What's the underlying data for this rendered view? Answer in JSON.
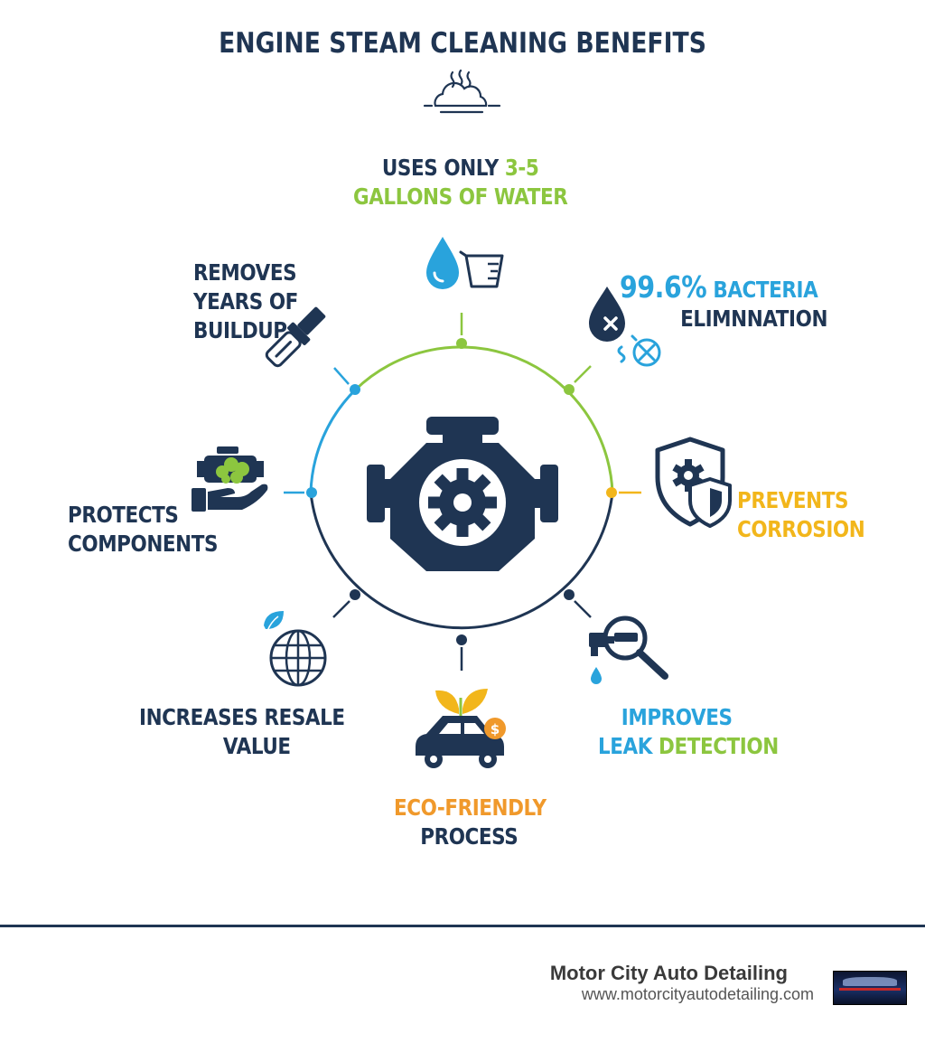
{
  "title": "ENGINE STEAM CLEANING BENEFITS",
  "colors": {
    "navy": "#1f3553",
    "green": "#8cc63f",
    "blue": "#29a3dc",
    "yellow": "#f2b61b",
    "orange": "#f0992b"
  },
  "benefits": {
    "water": {
      "line1_a": "USES ONLY",
      "line1_b": "3-5",
      "line2": "GALLONS OF WATER",
      "icon": "water-drop-and-measuring-cup-icon"
    },
    "bacteria": {
      "line1_a": "99.6%",
      "line1_b": "BACTERIA",
      "line2": "ELIMNNATION",
      "icon": "drop-with-x-and-germ-icon"
    },
    "corrosion": {
      "line1": "PREVENTS",
      "line2": "CORROSION",
      "icon": "gear-shield-icon"
    },
    "leak": {
      "line1": "IMPROVES",
      "line2_a": "LEAK",
      "line2_b": "DETECTION",
      "icon": "magnifier-leak-icon"
    },
    "eco": {
      "line1": "ECO-FRIENDLY",
      "line2": "PROCESS",
      "icon": "car-with-leaf-and-coin-icon"
    },
    "resale": {
      "line1": "INCREASES RESALE",
      "line2": "VALUE",
      "icon": "globe-leaf-icon"
    },
    "protects": {
      "line1": "PROTECTS",
      "line2": "COMPONENTS",
      "icon": "hand-holding-engine-icon"
    },
    "buildup": {
      "line1": "REMOVES",
      "line2": "YEARS OF",
      "line3": "BUILDUP",
      "icon": "scraper-tool-icon"
    }
  },
  "footer": {
    "brand": "Motor City Auto Detailing",
    "url": "www.motorcityautodetailing.com"
  }
}
